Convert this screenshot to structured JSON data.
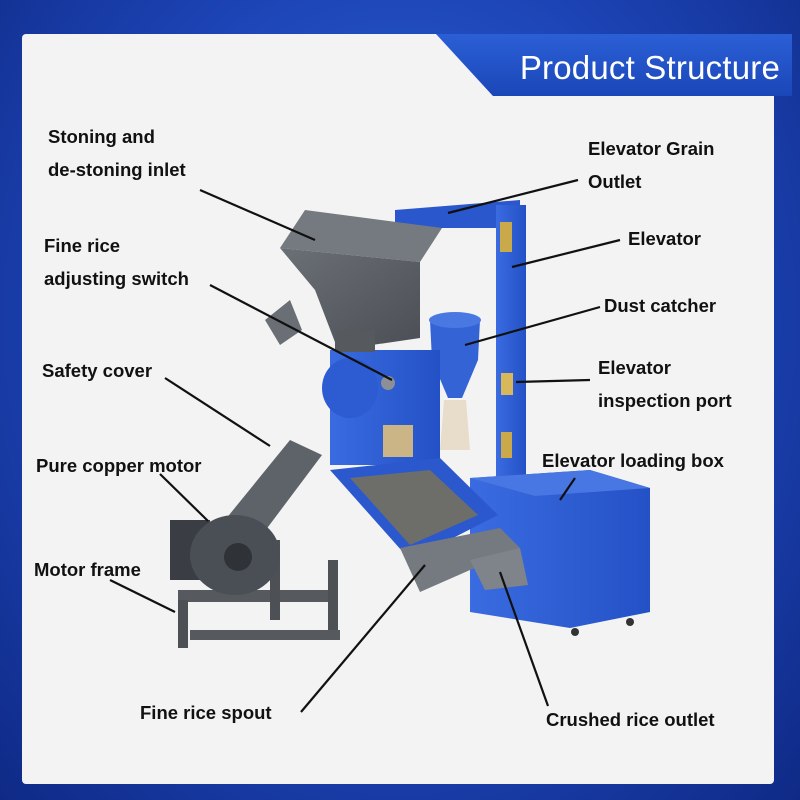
{
  "title": "Product Structure",
  "labels": {
    "stoning_inlet": [
      "Stoning and",
      "de-stoning inlet"
    ],
    "fine_rice_switch": [
      "Fine rice",
      "adjusting switch"
    ],
    "safety_cover": "Safety cover",
    "copper_motor": "Pure copper motor",
    "motor_frame": "Motor frame",
    "fine_rice_spout": "Fine rice spout",
    "elevator_grain_outlet": [
      "Elevator Grain",
      "Outlet"
    ],
    "elevator": "Elevator",
    "dust_catcher": "Dust catcher",
    "elevator_inspection_port": [
      "Elevator",
      "inspection port"
    ],
    "elevator_loading_box": "Elevator loading box",
    "crushed_rice_outlet": "Crushed rice outlet"
  },
  "colors": {
    "background": "#1d47b8",
    "panel": "#f3f3f3",
    "machine_blue": "#2f5ed8",
    "machine_grey": "#5c6167"
  }
}
